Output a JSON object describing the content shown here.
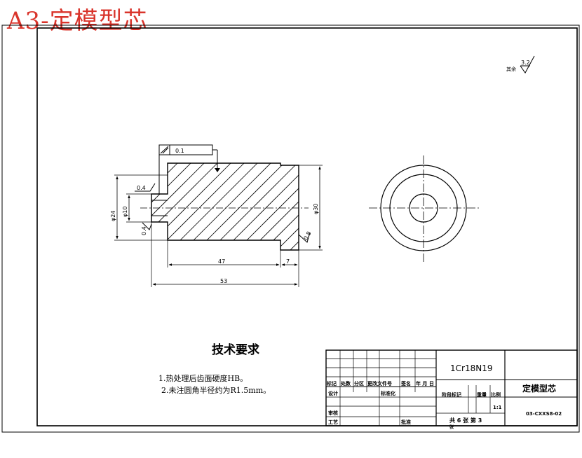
{
  "sheet_title": "A3-定模型芯",
  "surface_finish": {
    "label": "其余",
    "value": "3.2"
  },
  "dimensions": {
    "flatness_tol": "0.1",
    "roughness_top": "0.4",
    "roughness_bottom": "0.4",
    "roughness_right": "0.8",
    "dia_left": "φ24",
    "dia_inner": "φ10",
    "dia_right": "φ30",
    "len_47": "47",
    "len_7": "7",
    "len_53": "53"
  },
  "tech_requirements": {
    "heading": "技术要求",
    "items": [
      "1.热处理后齿面硬度HB。",
      "2.未注圆角半径约为R1.5mm。"
    ]
  },
  "title_block": {
    "material": "1Cr18N19",
    "part_name": "定模型芯",
    "drawing_no": "03-CXXS8-02",
    "headers": [
      "标记",
      "处数",
      "分区",
      "更改文件号",
      "签名",
      "年 月 日"
    ],
    "design": "设计",
    "standardize": "标准化",
    "review": "审核",
    "process": "工艺",
    "approve": "批准",
    "stage_mark": "阶段标记",
    "weight": "重量",
    "scale_label": "比例",
    "scale_value": "1:1",
    "sheets": "共 6 张  第 3",
    "sheets_suffix": "张"
  }
}
